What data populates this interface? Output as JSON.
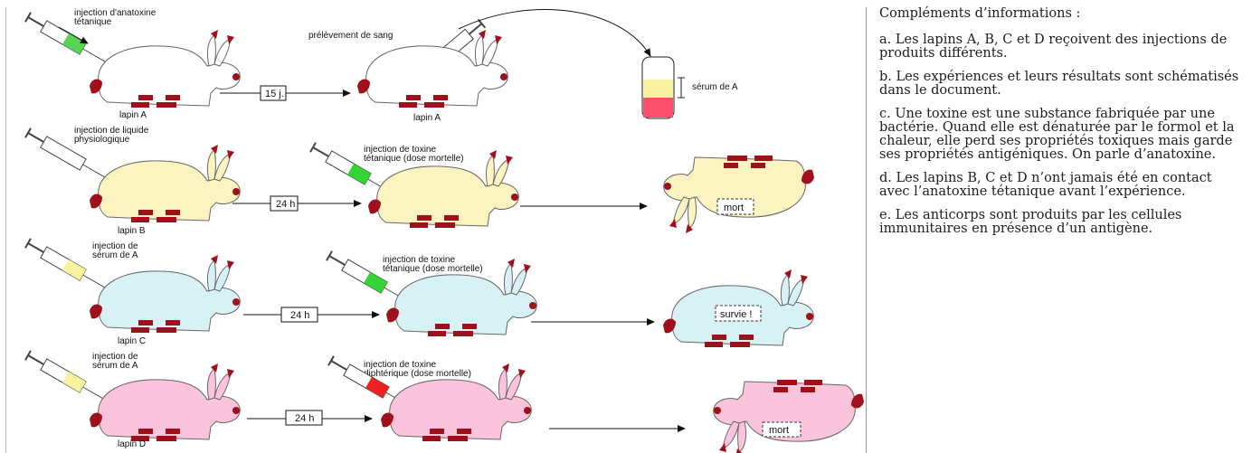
{
  "diagram": {
    "row_a": {
      "injection_label": "injection d'anatoxine\ntétanique",
      "blood_label": "prélèvement de sang",
      "rabbit_label_1": "lapin A",
      "rabbit_label_2": "lapin A",
      "delay": "15 j.",
      "serum_label": "sérum de A"
    },
    "row_b": {
      "injection_label": "injection de liquide\nphysiologique",
      "toxin_label": "injection de toxine\ntétanique (dose mortelle)",
      "rabbit_label": "lapin B",
      "delay": "24 h",
      "result": "mort"
    },
    "row_c": {
      "injection_label": "injection de\nsérum de A",
      "toxin_label": "injection de toxine\ntétanique (dose mortelle)",
      "rabbit_label": "lapin C",
      "delay": "24 h",
      "result": "survie !"
    },
    "row_d": {
      "injection_label": "injection de\nsérum de A",
      "toxin_label": "injection de toxine\ndiphtérique (dose mortelle)",
      "rabbit_label": "lapin D",
      "delay": "24 h",
      "result": "mort"
    },
    "colors": {
      "rabbit_a": "#ffffff",
      "rabbit_b": "#fbf3c0",
      "rabbit_c": "#d8f1f5",
      "rabbit_d": "#fbc3dc",
      "ears_paws": "#a0101a",
      "anatoxine": "#55d455",
      "blood_syringe": "#ff9ac2",
      "physio": "#ffffff",
      "serum": "#f6f2a0",
      "toxine_tetanique": "#33d433",
      "toxine_diphterique": "#ee2222"
    }
  },
  "info": {
    "title": "Compléments d’informations :",
    "items": [
      "a. Les lapins A, B, C et D reçoivent des injections de produits différents.",
      "b. Les expériences et leurs résultats sont schématisés dans le document.",
      "c. Une toxine est une substance fabriquée par une bactérie. Quand elle est dénaturée par le formol et la chaleur, elle perd ses propriétés toxiques mais garde ses propriétés antigéniques. On parle d’anatoxine.",
      "d. Les lapins B, C et D n’ont jamais été en contact avec l’anatoxine tétanique avant l’expérience.",
      "e. Les anticorps sont produits par les cellules immunitaires en présence d’un antigène."
    ]
  }
}
